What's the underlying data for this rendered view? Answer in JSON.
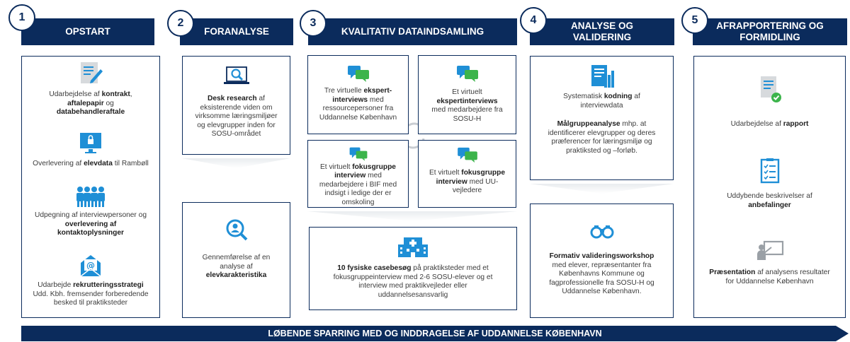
{
  "phases": [
    {
      "number": "1",
      "title": "OPSTART"
    },
    {
      "number": "2",
      "title": "FORANALYSE"
    },
    {
      "number": "3",
      "title": "KVALITATIV DATAINDSAMLING"
    },
    {
      "number": "4",
      "title_line1": "ANALYSE OG",
      "title_line2": "VALIDERING"
    },
    {
      "number": "5",
      "title_line1": "AFRAPPORTERING OG",
      "title_line2": "FORMIDLING"
    }
  ],
  "opstart": {
    "contract": {
      "t1": "Udarbejdelse af ",
      "b1": "kontrakt",
      "t2": ",",
      "b2": "aftalepapir",
      "t3": " og",
      "b3": "databehandleraftale"
    },
    "elevdata": {
      "t1": "Overlevering af ",
      "b1": "elevdata",
      "t2": " til Rambøll"
    },
    "interview": {
      "t1": "Udpegning af interviewpersoner og",
      "b1": "overlevering af",
      "b2": "kontaktoplysninger"
    },
    "recruit": {
      "t1": "Udarbejde ",
      "b1": "rekrutteringsstrategi",
      "t2": "Udd. Kbh. fremsender forberedende",
      "t3": "besked til praktiksteder"
    }
  },
  "foranalyse": {
    "desk": {
      "b1": "Desk research",
      "t1": " af",
      "t2": "eksisterende viden om",
      "t3": "virksomme læringsmiljøer",
      "t4": "og elevgrupper inden for",
      "t5": "SOSU-området"
    },
    "elev": {
      "t1": "Gennemførelse af en",
      "t2": "analyse af",
      "b1": "elevkarakteristika"
    }
  },
  "kvalitativ": {
    "expert_uddannelse": {
      "t1": "Tre virtuelle ",
      "b1": "ekspert-",
      "b2": "interviews",
      "t2": " med",
      "t3": "ressourcepersoner fra",
      "t4": "Uddannelse København"
    },
    "expert_sosu": {
      "t1": "Et virtuelt",
      "b1": "ekspertinterviews",
      "t2": "med medarbejdere fra",
      "t3": "SOSU-H"
    },
    "focus_bif": {
      "t1": "Et virtuelt ",
      "b1": "fokusgruppe",
      "b2": "interview",
      "t2": " med",
      "t3": "medarbejdere i BIF med",
      "t4": "indsigt i ledige der er",
      "t5": "omskoling"
    },
    "focus_uu": {
      "t1": "Et virtuelt ",
      "b1": "fokusgruppe",
      "b2": "interview",
      "t2": " med UU-",
      "t3": "vejledere"
    },
    "casebesog": {
      "b1": "10 fysiske casebesøg",
      "t1": " på praktiksteder med et",
      "t2": "fokusgruppeinterview med 2-6 SOSU-elever og et",
      "t3": "interview med praktikvejleder eller",
      "t4": "uddannelsesansvarlig"
    }
  },
  "analyse": {
    "kodning": {
      "t1": "Systematisk ",
      "b1": "kodning",
      "t2": " af",
      "t3": "interviewdata"
    },
    "malgruppe": {
      "b1": "Målgruppeanalyse",
      "t1": " mhp. at",
      "t2": "identificerer elevgrupper og deres",
      "t3": "præferencer for læringsmiljø og",
      "t4": "praktiksted og –forløb."
    },
    "workshop": {
      "b1": "Formativ valideringsworkshop",
      "t1": "med elever, repræsentanter fra",
      "t2": "Københavns Kommune og",
      "t3": "fagprofessionelle fra SOSU-H og",
      "t4": "Uddannelse København."
    }
  },
  "afrapportering": {
    "rapport": {
      "t1": "Udarbejdelse af ",
      "b1": "rapport"
    },
    "anbefalinger": {
      "t1": "Uddybende beskrivelser af",
      "b1": "anbefalinger"
    },
    "presentation": {
      "b1": "Præsentation",
      "t1": " af analysens resultater",
      "t2": "for Uddannelse København"
    }
  },
  "footer": "LØBENDE SPARRING MED OG INDDRAGELSE AF UDDANNELSE KØBENHAVN",
  "colors": {
    "navy": "#0b2b5c",
    "blue": "#1f8fd6",
    "green": "#3cb44b",
    "gray_text": "#3c3c3c"
  },
  "icons": [
    "document-pen-icon",
    "monitor-lock-icon",
    "people-group-icon",
    "envelope-at-icon",
    "magnifier-screen-icon",
    "chat-bubbles-icon",
    "cycle-arrows-icon",
    "user-search-icon",
    "hospital-icon",
    "report-chart-icon",
    "binoculars-icon",
    "document-check-icon",
    "checklist-icon",
    "presentation-board-icon"
  ]
}
